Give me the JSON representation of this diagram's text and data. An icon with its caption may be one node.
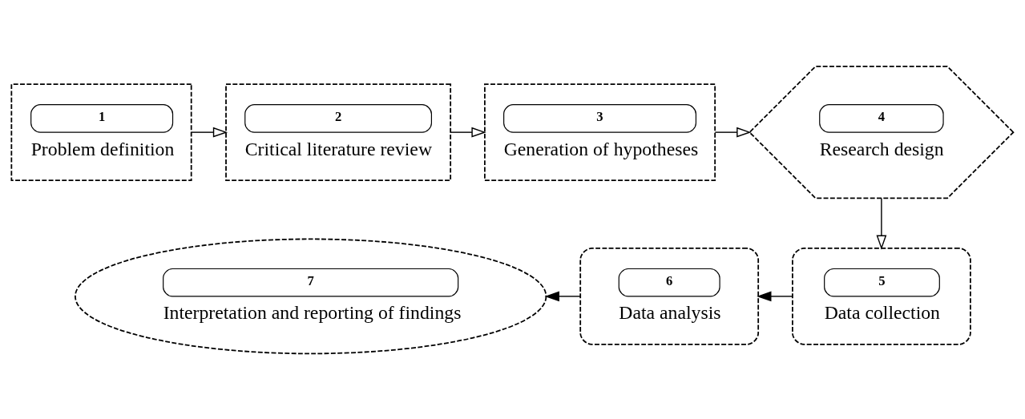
{
  "diagram": {
    "nodes": [
      {
        "text": [
          "1",
          "Problem definition"
        ]
      },
      {
        "text": [
          "2",
          "Critical literature review"
        ]
      },
      {
        "text": [
          "3",
          "Generation of hypotheses"
        ]
      },
      {
        "text": [
          "4",
          "Research design"
        ]
      },
      {
        "text": [
          "5",
          "Data collection"
        ]
      },
      {
        "text": [
          "6",
          "Data analysis"
        ]
      },
      {
        "text": [
          "7",
          "Interpretation and reporting of findings"
        ]
      }
    ],
    "edges": [
      {
        "from": 0,
        "to": 1,
        "arrow": "to"
      },
      {
        "from": 1,
        "to": 2,
        "arrow": "to"
      },
      {
        "from": 2,
        "to": 3,
        "arrow": "to"
      },
      {
        "from": 3,
        "to": 4,
        "arrow": "to"
      },
      {
        "from": 4,
        "to": 5,
        "arrow": "to"
      },
      {
        "from": 5,
        "to": 6,
        "arrow": "to"
      }
    ]
  }
}
